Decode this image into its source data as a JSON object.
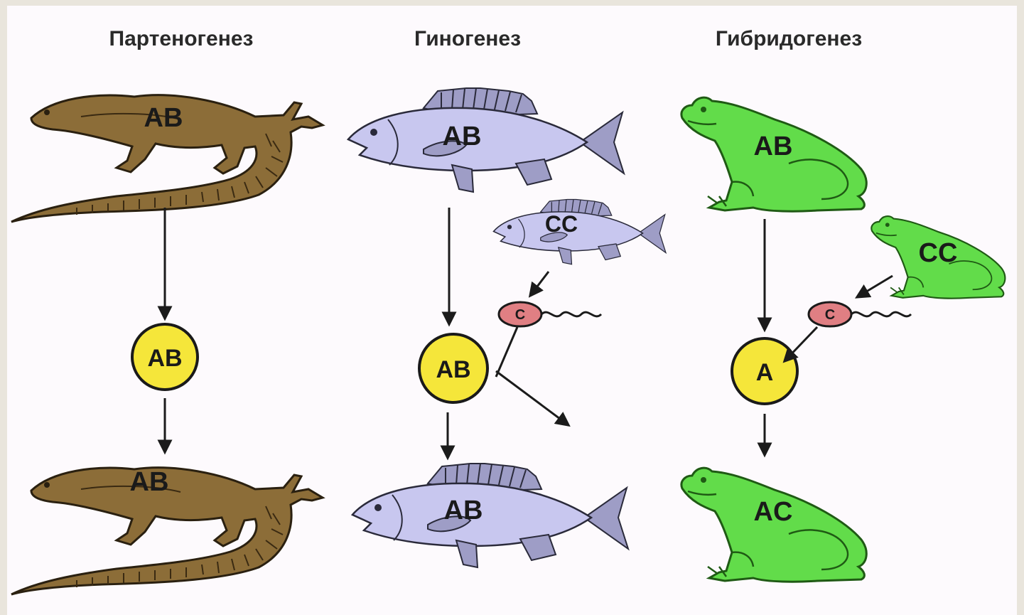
{
  "columns": [
    {
      "title": "Партеногенез",
      "parent": "AB",
      "egg": "AB",
      "offspring": "AB"
    },
    {
      "title": "Гиногенез",
      "parent": "AB",
      "male": "CC",
      "sperm": "C",
      "egg": "AB",
      "offspring": "AB"
    },
    {
      "title": "Гибридогенез",
      "parent": "AB",
      "male": "CC",
      "sperm": "C",
      "egg": "A",
      "offspring": "AC"
    }
  ],
  "colors": {
    "lizard": "#8c6d38",
    "fish": "#c8c7ef",
    "frog": "#62dc4a",
    "egg": "#f5e63a",
    "sperm": "#e07f83"
  },
  "icons": [
    "lizard-icon",
    "fish-icon",
    "frog-icon",
    "egg-cell-icon",
    "sperm-cell-icon"
  ]
}
